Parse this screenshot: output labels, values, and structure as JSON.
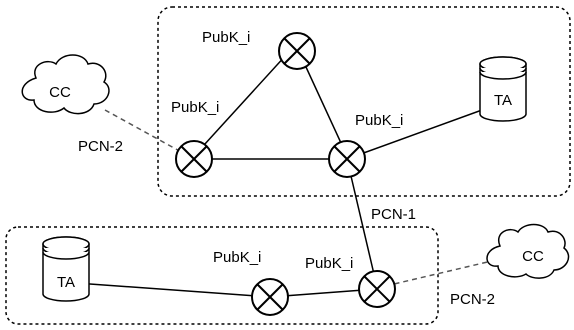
{
  "nodes": {
    "top_crossing": {
      "label": "PubK_i"
    },
    "left_crossing": {
      "label": "PubK_i"
    },
    "right_crossing": {
      "label": "PubK_i"
    },
    "bottom_middle_crossing": {
      "label": "PubK_i"
    },
    "bottom_right_crossing": {
      "label": "PubK_i"
    }
  },
  "databases": {
    "top_ta": {
      "label": "TA"
    },
    "bottom_ta": {
      "label": "TA"
    }
  },
  "clouds": {
    "top_cc": {
      "label": "CC"
    },
    "bottom_cc": {
      "label": "CC"
    }
  },
  "links": {
    "pcn_top": {
      "label": "PCN-2"
    },
    "pcn_inter": {
      "label": "PCN-1"
    },
    "pcn_bottom": {
      "label": "PCN-2"
    }
  }
}
